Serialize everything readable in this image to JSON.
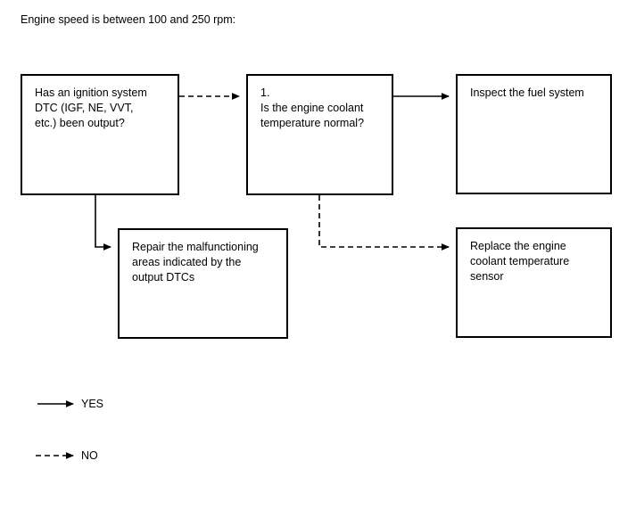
{
  "heading": "Engine speed is between 100 and 250 rpm:",
  "nodes": [
    {
      "id": "dtc",
      "name": "node-has-ignition-dtc",
      "text": "Has an ignition system\nDTC (IGF, NE, VVT,\netc.) been output?"
    },
    {
      "id": "coolant",
      "name": "node-coolant-temperature-normal",
      "text": "1.\nIs the engine coolant\ntemperature normal?"
    },
    {
      "id": "fuel",
      "name": "node-inspect-fuel-system",
      "text": "Inspect the fuel system"
    },
    {
      "id": "repair",
      "name": "node-repair-malfunctioning-areas",
      "text": "Repair the malfunctioning\nareas indicated by the\noutput DTCs"
    },
    {
      "id": "replace",
      "name": "node-replace-coolant-sensor",
      "text": "Replace the engine\ncoolant temperature\nsensor"
    }
  ],
  "edges": [
    {
      "id": "dtc-to-coolant",
      "from": "dtc",
      "to": "coolant",
      "style": "dashed",
      "answer": "NO"
    },
    {
      "id": "dtc-to-repair",
      "from": "dtc",
      "to": "repair",
      "style": "solid",
      "answer": "YES"
    },
    {
      "id": "coolant-to-fuel",
      "from": "coolant",
      "to": "fuel",
      "style": "solid",
      "answer": "YES"
    },
    {
      "id": "coolant-to-replace",
      "from": "coolant",
      "to": "replace",
      "style": "dashed",
      "answer": "NO"
    }
  ],
  "legend": {
    "yes_label": "YES",
    "no_label": "NO",
    "yes_style": "solid",
    "no_style": "dashed"
  },
  "colors": {
    "background": "#ffffff",
    "stroke": "#000000",
    "text": "#000000"
  }
}
